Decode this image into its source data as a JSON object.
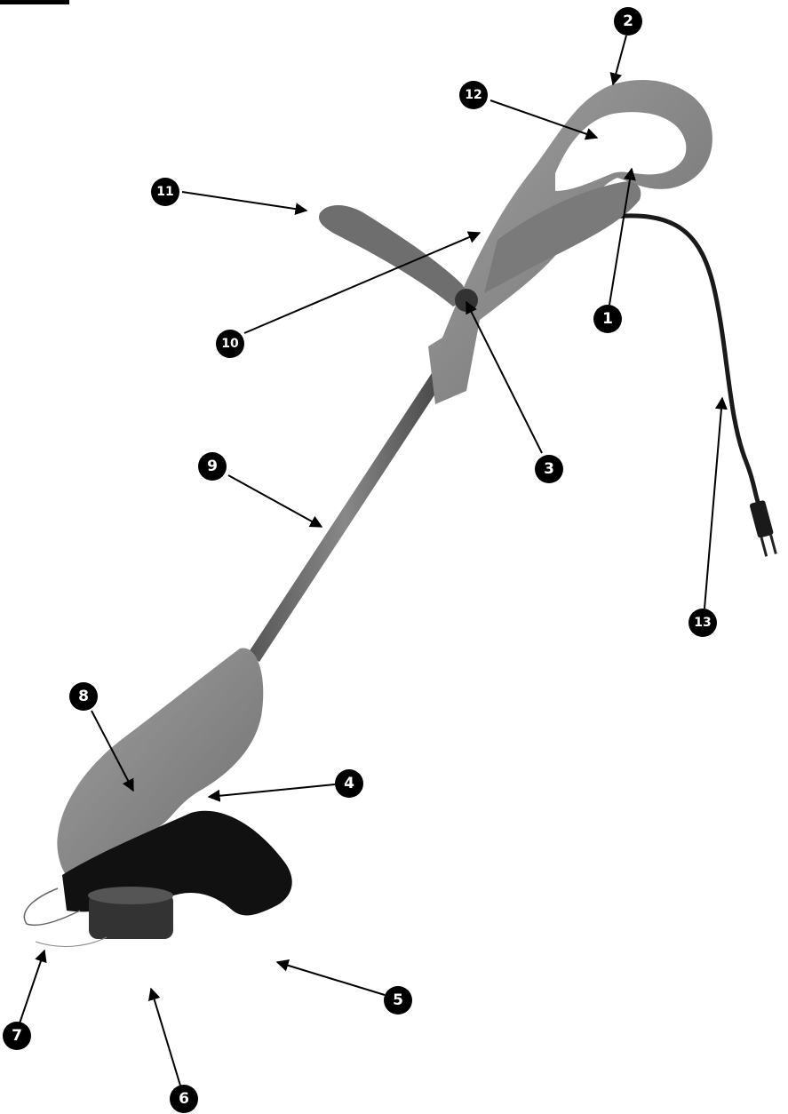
{
  "diagram": {
    "callouts": [
      {
        "id": "1",
        "label": "1"
      },
      {
        "id": "2",
        "label": "2"
      },
      {
        "id": "3",
        "label": "3"
      },
      {
        "id": "4",
        "label": "4"
      },
      {
        "id": "5",
        "label": "5"
      },
      {
        "id": "6",
        "label": "6"
      },
      {
        "id": "7",
        "label": "7"
      },
      {
        "id": "8",
        "label": "8"
      },
      {
        "id": "9",
        "label": "9"
      },
      {
        "id": "10",
        "label": "10"
      },
      {
        "id": "11",
        "label": "11"
      },
      {
        "id": "12",
        "label": "12"
      },
      {
        "id": "13",
        "label": "13"
      }
    ],
    "colors": {
      "body_gray": "#8c8c8c",
      "dark_gray": "#555555",
      "black": "#111111",
      "callout_fill": "#000000"
    }
  }
}
